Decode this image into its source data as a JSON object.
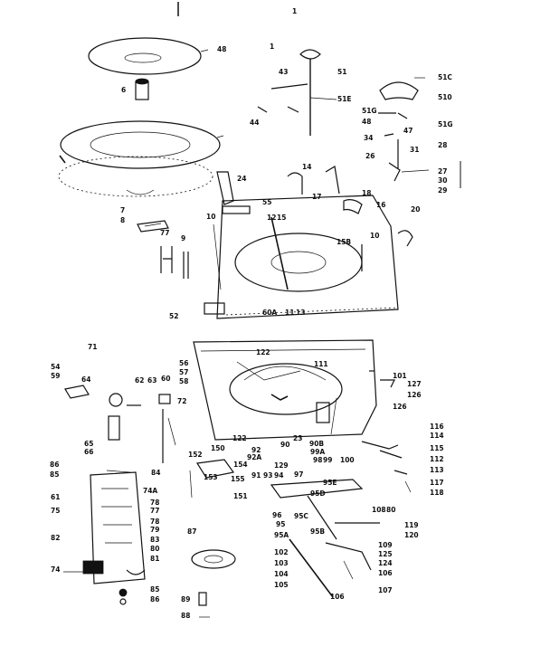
{
  "page_marker": "1",
  "colors": {
    "ink": "#111111",
    "paper": "#ffffff"
  },
  "part_numbers": [
    "48",
    "6",
    "44",
    "1",
    "43",
    "51",
    "51E",
    "51C",
    "510",
    "51G",
    "48",
    "51G",
    "47",
    "34",
    "28",
    "26",
    "31",
    "27",
    "30",
    "29",
    "24",
    "55",
    "14",
    "17",
    "18",
    "16",
    "7",
    "8",
    "77",
    "10",
    "12",
    "15",
    "15B",
    "10",
    "9",
    "20",
    "52",
    "60A",
    "11",
    "13",
    "71",
    "54",
    "59",
    "64",
    "62",
    "63",
    "60",
    "72",
    "65",
    "66",
    "56",
    "57",
    "58",
    "122",
    "111",
    "101",
    "127",
    "126",
    "122",
    "126",
    "116",
    "114",
    "115",
    "112",
    "113",
    "117",
    "118",
    "152",
    "150",
    "154",
    "153",
    "155",
    "151",
    "92",
    "92A",
    "91",
    "93",
    "94",
    "97",
    "90",
    "90B",
    "98",
    "99",
    "100",
    "99A",
    "23",
    "129",
    "95E",
    "95D",
    "95",
    "95C",
    "96",
    "95A",
    "95B",
    "108",
    "80",
    "119",
    "120",
    "86",
    "85",
    "84",
    "74A",
    "78",
    "77",
    "78",
    "79",
    "83",
    "80",
    "81",
    "82",
    "75",
    "61",
    "74",
    "85",
    "86",
    "87",
    "88",
    "89",
    "102",
    "103",
    "104",
    "105",
    "106",
    "107",
    "109",
    "125",
    "124",
    "106"
  ]
}
